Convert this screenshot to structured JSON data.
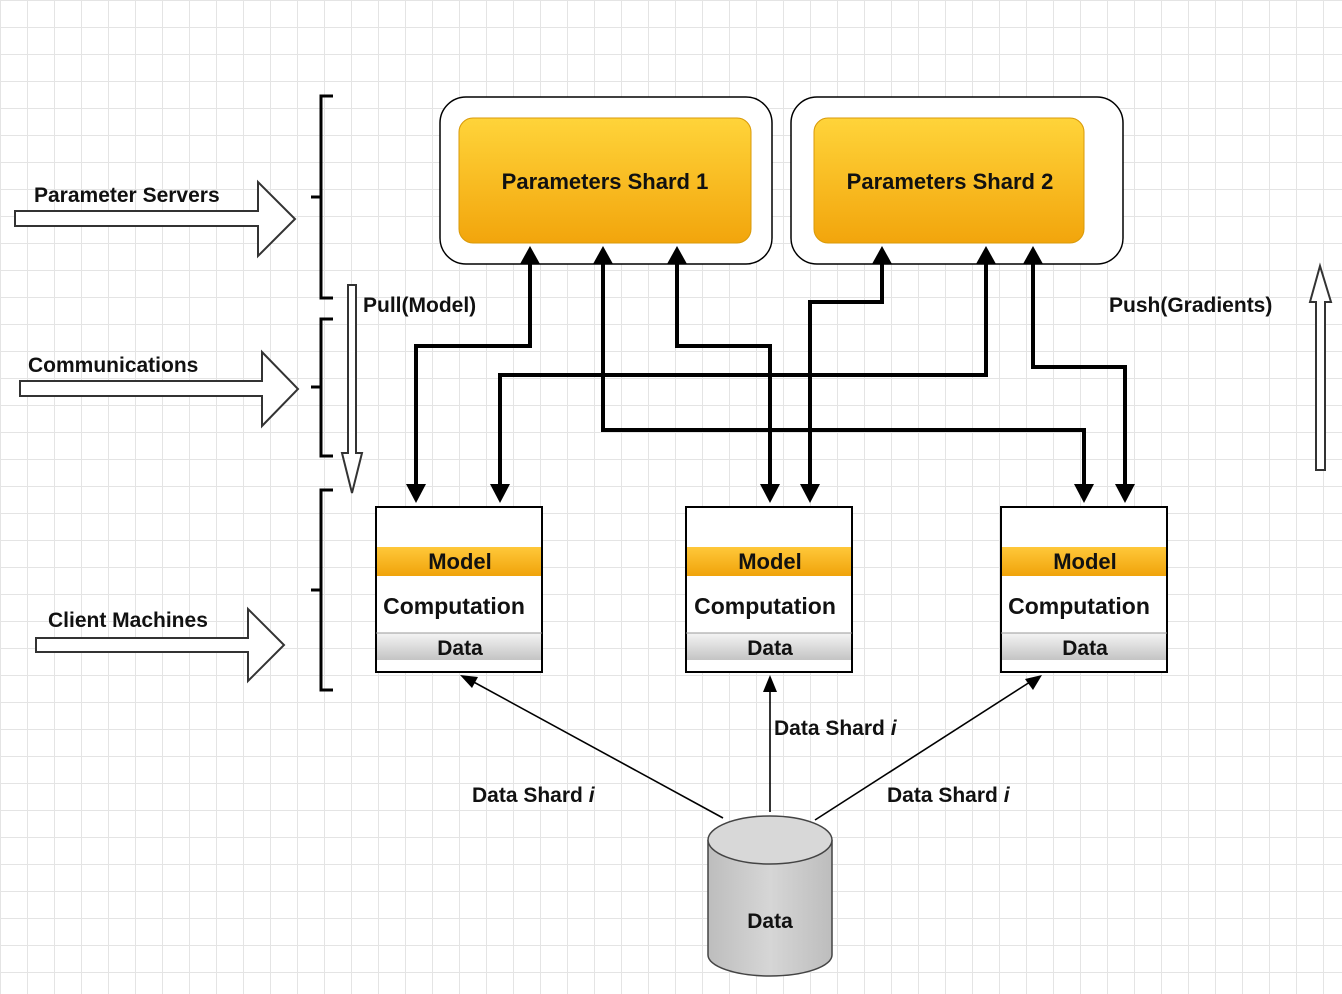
{
  "left_labels": {
    "parameter_servers": "Parameter Servers",
    "communications": "Communications",
    "client_machines": "Client Machines"
  },
  "shards": [
    {
      "label": "Parameters Shard 1"
    },
    {
      "label": "Parameters Shard 2"
    }
  ],
  "flow_labels": {
    "pull": "Pull(Model)",
    "push": "Push(Gradients)"
  },
  "clients": [
    {
      "model": "Model",
      "computation": "Computation",
      "data": "Data"
    },
    {
      "model": "Model",
      "computation": "Computation",
      "data": "Data"
    },
    {
      "model": "Model",
      "computation": "Computation",
      "data": "Data"
    }
  ],
  "data_shard_labels": {
    "left": {
      "text": "Data Shard ",
      "italic": "i"
    },
    "center": {
      "text": "Data Shard ",
      "italic": "i"
    },
    "right": {
      "text": "Data Shard ",
      "italic": "i"
    }
  },
  "data_store": {
    "label": "Data"
  },
  "colors": {
    "shard_fill_top": "#ffd43a",
    "shard_fill_bottom": "#f2a50c",
    "model_band": "#f6b516",
    "data_band_top": "#f2f2f2",
    "data_band_bottom": "#c8c8c8",
    "cylinder": "#c9c9c9"
  }
}
